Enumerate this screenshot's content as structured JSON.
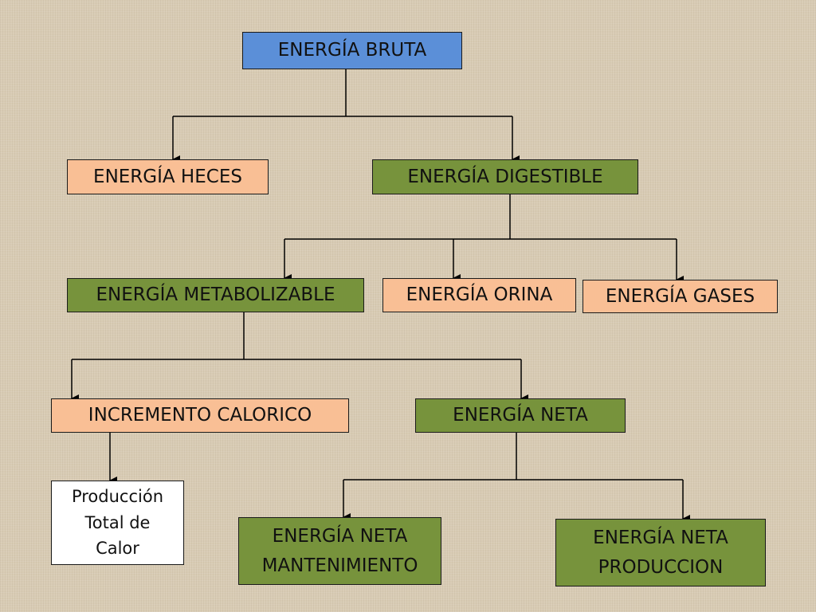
{
  "colors": {
    "blue": "#5b8fd8",
    "peach": "#f9bf95",
    "green": "#77933c",
    "white": "#ffffff",
    "line": "#000000"
  },
  "diagram": {
    "nodes": {
      "energia_bruta": {
        "label": "ENERGÍA BRUTA",
        "color": "blue"
      },
      "energia_heces": {
        "label": "ENERGÍA HECES",
        "color": "peach"
      },
      "energia_digestible": {
        "label": "ENERGÍA DIGESTIBLE",
        "color": "green"
      },
      "energia_metabolizable": {
        "label": "ENERGÍA METABOLIZABLE",
        "color": "green"
      },
      "energia_orina": {
        "label": "ENERGÍA ORINA",
        "color": "peach"
      },
      "energia_gases": {
        "label": "ENERGÍA GASES",
        "color": "peach"
      },
      "incremento_calorico": {
        "label": "INCREMENTO CALORICO",
        "color": "peach"
      },
      "energia_neta": {
        "label": "ENERGÍA NETA",
        "color": "green"
      },
      "produccion_total_calor": {
        "label": "Producción\nTotal de\nCalor",
        "color": "white"
      },
      "energia_neta_mantenimiento": {
        "label": "ENERGÍA NETA\nMANTENIMIENTO",
        "color": "green"
      },
      "energia_neta_produccion": {
        "label": "ENERGÍA NETA\nPRODUCCION",
        "color": "green"
      }
    },
    "edges": [
      {
        "from": "energia_bruta",
        "to": [
          "energia_heces",
          "energia_digestible"
        ]
      },
      {
        "from": "energia_digestible",
        "to": [
          "energia_metabolizable",
          "energia_orina",
          "energia_gases"
        ]
      },
      {
        "from": "energia_metabolizable",
        "to": [
          "incremento_calorico",
          "energia_neta"
        ]
      },
      {
        "from": "incremento_calorico",
        "to": [
          "produccion_total_calor"
        ]
      },
      {
        "from": "energia_neta",
        "to": [
          "energia_neta_mantenimiento",
          "energia_neta_produccion"
        ]
      }
    ]
  }
}
